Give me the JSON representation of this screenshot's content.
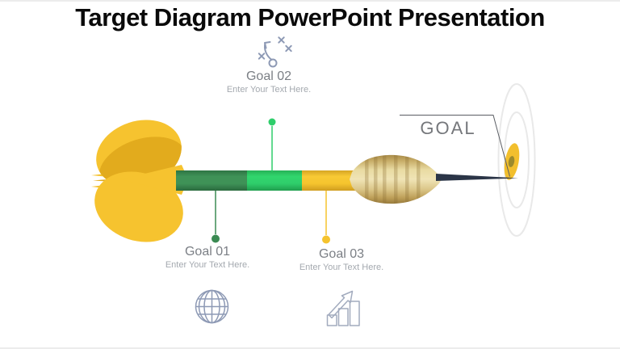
{
  "slide": {
    "title": "Target Diagram PowerPoint Presentation",
    "goal_callout": "GOAL",
    "goals": [
      {
        "id": "goal-01",
        "label": "Goal 01",
        "description": "Enter Your Text Here.",
        "accent_color": "#3a8a52",
        "icon": "globe-icon",
        "position": "bottom"
      },
      {
        "id": "goal-02",
        "label": "Goal 02",
        "description": "Enter Your Text Here.",
        "accent_color": "#2fce6b",
        "icon": "strategy-icon",
        "position": "top"
      },
      {
        "id": "goal-03",
        "label": "Goal 03",
        "description": "Enter Your Text Here.",
        "accent_color": "#f5c32d",
        "icon": "growth-chart-icon",
        "position": "bottom"
      }
    ],
    "colors": {
      "background": "#ffffff",
      "title_text": "#0a0a0a",
      "goal_label_text": "#7b7f85",
      "goal_desc_text": "#a4a9af",
      "goal_callout_text": "#75777b",
      "dart_fletching_yellow": "#f6c32f",
      "dart_fletching_shade": "#e2ab1d",
      "shaft_dark_green": "#3a8a52",
      "shaft_bright_green": "#2fce6b",
      "shaft_yellow": "#f5c42e",
      "barrel_tan": "#e9dba2",
      "barrel_ridge": "#8a6f33",
      "needle_navy": "#2b3547",
      "target_ring_gray": "#e9e9e9",
      "bullseye_yellow": "#f2bf2d",
      "bullseye_center_olive": "#9c8a2c",
      "icon_slate": "#8e9ab5"
    }
  }
}
